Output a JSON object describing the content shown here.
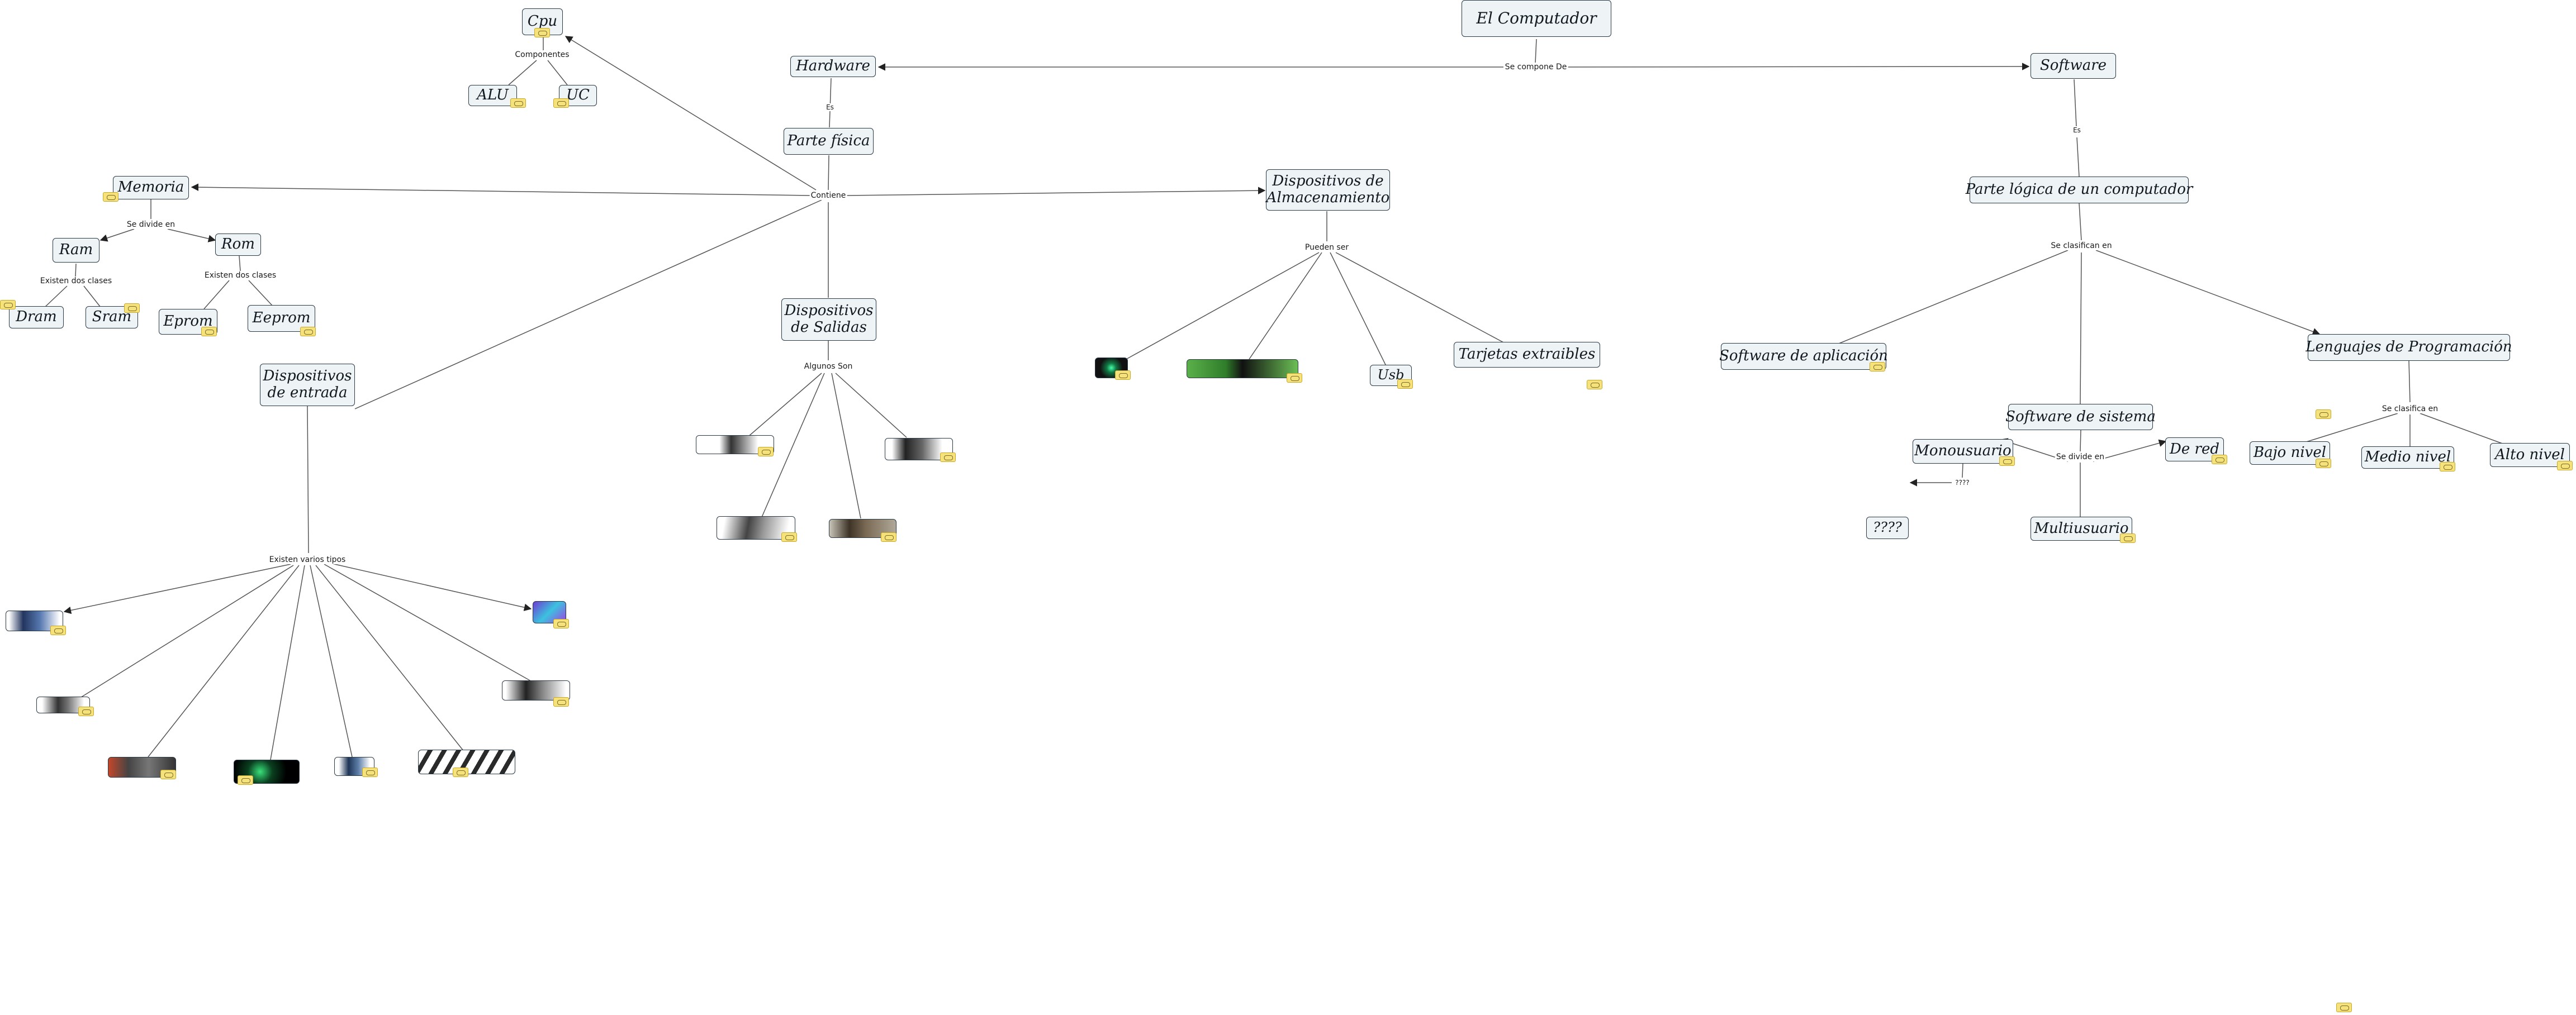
{
  "concepts": {
    "computador": "El Computador",
    "hardware": "Hardware",
    "software": "Software",
    "cpu": "Cpu",
    "alu": "ALU",
    "uc": "UC",
    "parte_fisica": "Parte física",
    "memoria": "Memoria",
    "ram": "Ram",
    "rom": "Rom",
    "dram": "Dram",
    "sram": "Sram",
    "eprom": "Eprom",
    "eeprom": "Eeprom",
    "salidas": "Dispositivos de Salidas",
    "entrada": "Dispositivos de entrada",
    "almacenamiento": "Dispositivos de Almacenamiento",
    "usb": "Usb",
    "tarjetas": "Tarjetas extraibles",
    "parte_logica": "Parte lógica de un computador",
    "sw_aplicacion": "Software de aplicación",
    "lenguajes": "Lenguajes de Programación",
    "sw_sistema": "Software de sistema",
    "bajo": "Bajo nivel",
    "medio": "Medio nivel",
    "alto": "Alto nivel",
    "monousuario": "Monousuario",
    "multiusuario": "Multiusuario",
    "de_red": "De red",
    "interrogacion": "????"
  },
  "links": {
    "se_compone_de": "Se compone De",
    "componentes": "Componentes",
    "es_hw": "Es",
    "es_sw": "Es",
    "contiene": "Contiene",
    "se_divide_en_mem": "Se divide en",
    "existen_ram": "Existen dos clases",
    "existen_rom": "Existen dos clases",
    "algunos_son": "Algunos Son",
    "pueden_ser": "Pueden ser",
    "se_clasifican_en": "Se clasifican en",
    "se_clasifica_en": "Se clasifica en",
    "se_divide_en_sis": "Se divide en",
    "existen_varios": "Existen varios tipos",
    "interrog": "????"
  },
  "colors": {
    "node_fill": "#eef3f6",
    "node_border": "#2b3a48",
    "line": "#555555",
    "attachment": "#f6e27a"
  },
  "icons": [
    "attachment-icon"
  ]
}
